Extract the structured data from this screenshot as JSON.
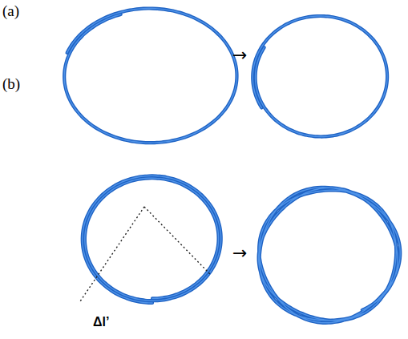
{
  "diagram": {
    "labels": [
      "(a)",
      "(b)",
      "→",
      "→",
      "Δl’"
    ]
  }
}
